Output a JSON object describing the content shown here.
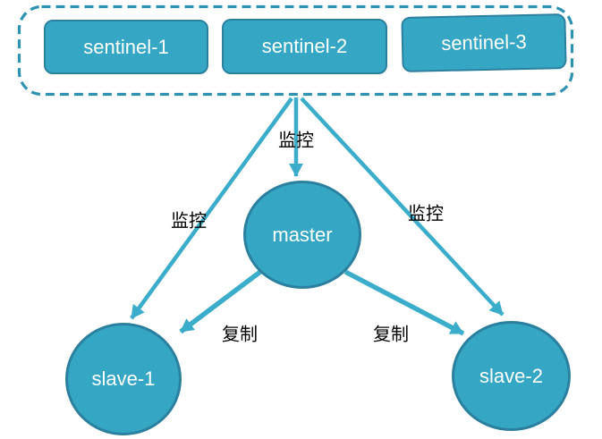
{
  "colors": {
    "background": "#FFFFFF",
    "shape_fill": "#35A7C4",
    "shape_border": "#2A809E",
    "dashed_border": "#2E93B2",
    "arrow": "#3BADCB",
    "node_text": "#FFFFFF",
    "edge_label_text": "#000000"
  },
  "sentinel_group": {
    "items": [
      {
        "label": "sentinel-1"
      },
      {
        "label": "sentinel-2"
      },
      {
        "label": "sentinel-3"
      }
    ]
  },
  "nodes": {
    "master": {
      "label": "master"
    },
    "slave1": {
      "label": "slave-1"
    },
    "slave2": {
      "label": "slave-2"
    }
  },
  "edges": {
    "monitor_master": {
      "label": "监控"
    },
    "monitor_slave1": {
      "label": "监控"
    },
    "monitor_slave2": {
      "label": "监控"
    },
    "replicate_slave1": {
      "label": "复制"
    },
    "replicate_slave2": {
      "label": "复制"
    }
  }
}
